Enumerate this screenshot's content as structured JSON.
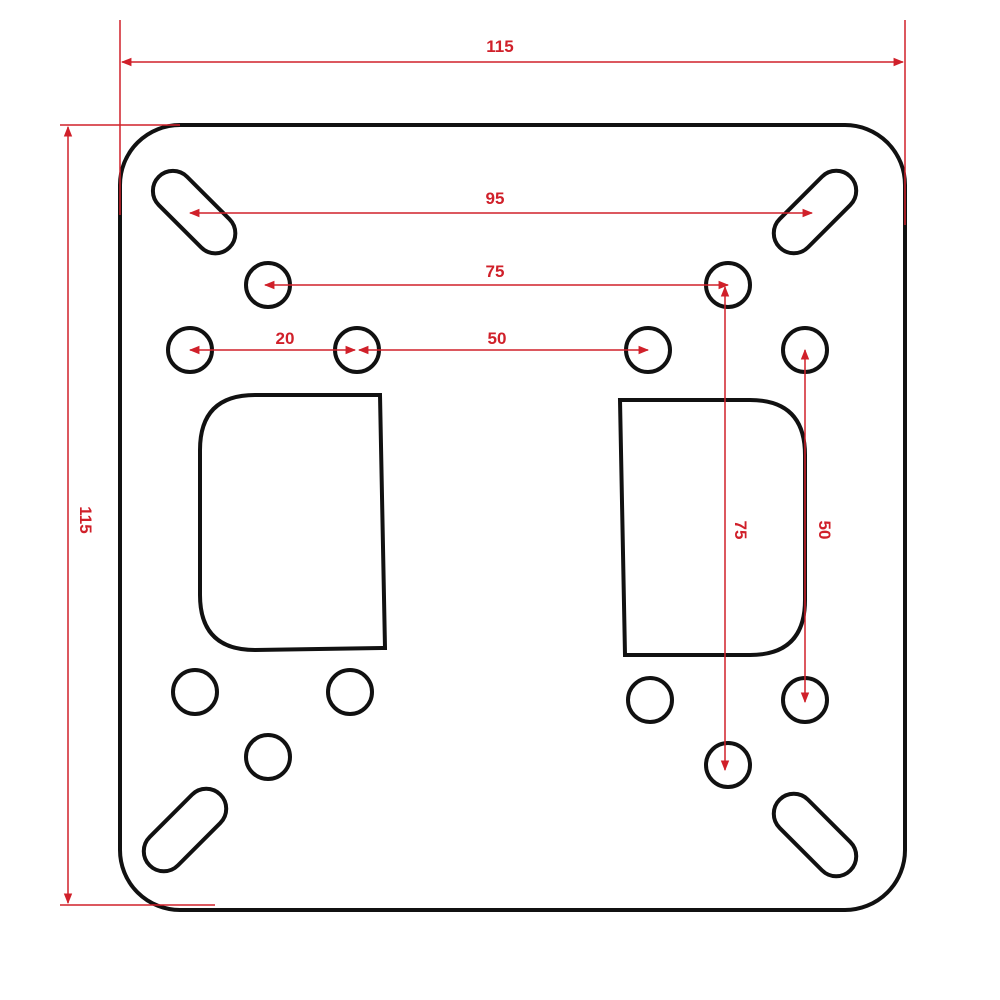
{
  "diagram": {
    "colors": {
      "outline": "#111111",
      "dimension": "#d0202a"
    },
    "dimensions": {
      "overall_width": "115",
      "overall_height": "115",
      "slot_spacing": "95",
      "hole_spacing_75_h": "75",
      "hole_spacing_20": "20",
      "hole_spacing_50_h": "50",
      "hole_spacing_75_v": "75",
      "hole_spacing_50_v": "50"
    }
  }
}
